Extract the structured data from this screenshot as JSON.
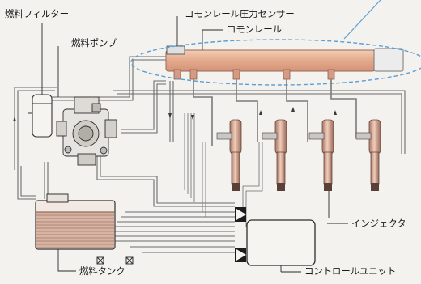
{
  "labels": {
    "fuel_filter": "燃料フィルター",
    "fuel_pump": "燃料ポンプ",
    "rail_pressure_sensor": "コモンレール圧力センサー",
    "common_rail": "コモンレール",
    "injector": "インジェクター",
    "fuel_tank": "燃料タンク",
    "control_unit": "コントロールユニット"
  },
  "colors": {
    "rail": "#e9b89c",
    "rail_edge": "#c98d70",
    "highlight": "#5a9fd6",
    "pipe": "#5b5b5b",
    "fuel": "#c49a86",
    "ecu": "#f4f3f0",
    "injector": "#dcb09a",
    "injector_dark": "#8a6a5c"
  }
}
